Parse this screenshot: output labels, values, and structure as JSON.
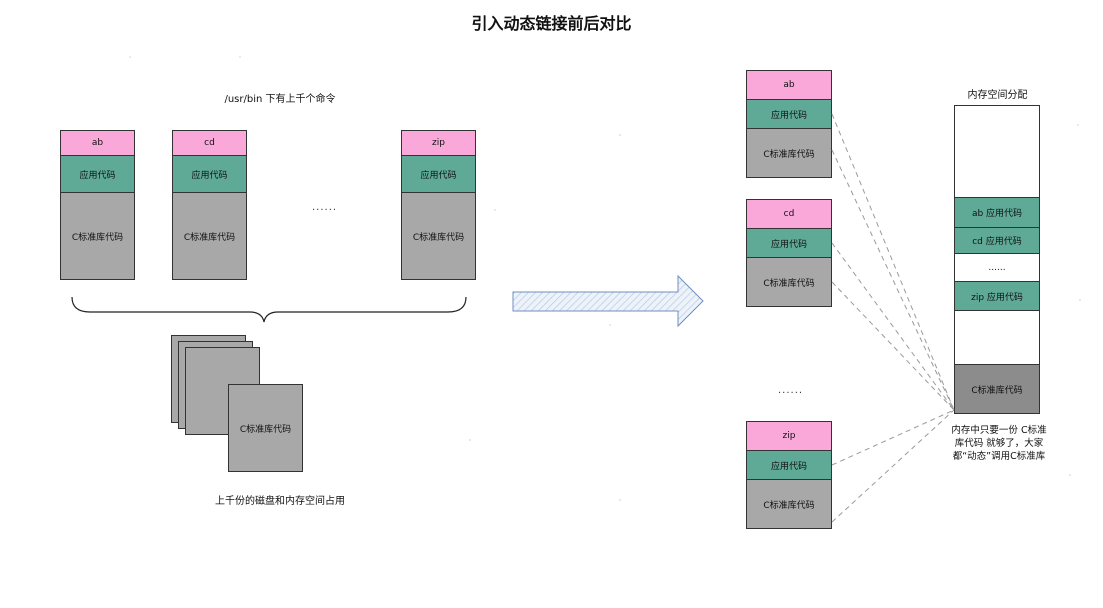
{
  "title": "引入动态链接前后对比",
  "left": {
    "caption_top": "/usr/bin 下有上千个命令",
    "caption_bottom": "上千份的磁盘和内存空间占用",
    "ellipsis": "......",
    "programs": [
      {
        "name": "ab",
        "app": "应用代码",
        "lib": "C标准库代码"
      },
      {
        "name": "cd",
        "app": "应用代码",
        "lib": "C标准库代码"
      },
      {
        "name": "zip",
        "app": "应用代码",
        "lib": "C标准库代码"
      }
    ],
    "stack_label": "C标准库代码"
  },
  "right": {
    "programs": [
      {
        "name": "ab",
        "app": "应用代码",
        "lib": "C标准库代码"
      },
      {
        "name": "cd",
        "app": "应用代码",
        "lib": "C标准库代码"
      },
      {
        "name": "zip",
        "app": "应用代码",
        "lib": "C标准库代码"
      }
    ],
    "ellipsis": "......",
    "memory": {
      "title": "内存空间分配",
      "ab": "ab 应用代码",
      "cd": "cd 应用代码",
      "ellipsis": "......",
      "zip": "zip 应用代码",
      "lib": "C标准库代码"
    },
    "note": [
      "内存中只要一份 C标准",
      "库代码 就够了，大家",
      "都“动态”调用C标准库"
    ]
  },
  "colors": {
    "app_name": "#f9a8d9",
    "app_code": "#5faa97",
    "lib_code": "#a8a8a8",
    "arrow_fill": "#dbe8f6",
    "arrow_stroke": "#6f8fc0"
  }
}
